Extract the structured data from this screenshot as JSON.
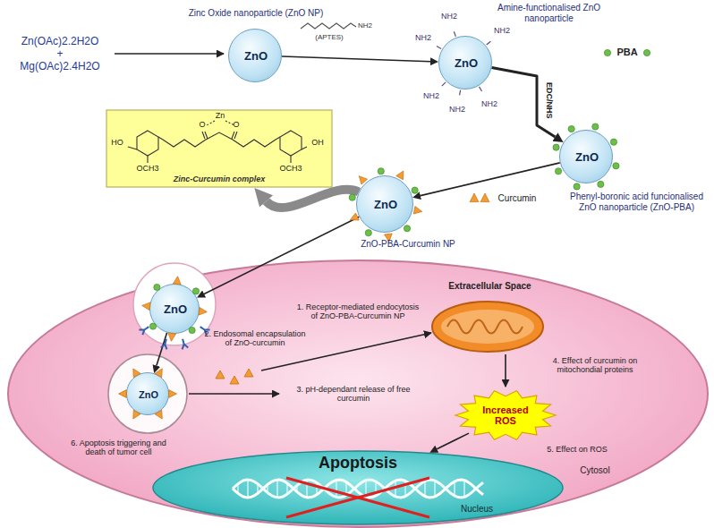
{
  "diagram": {
    "nodes": [
      {
        "text": [
          "Zinc Oxide nanoparticle (ZnO NP)",
          "ZnO"
        ]
      },
      {
        "text": [
          "Amine-functionalised ZnO nanoparticle",
          "ZnO"
        ]
      },
      {
        "text": [
          "ZnO",
          "Phenyl-boronic acid funcionalised ZnO nanoparticle (ZnO-PBA)"
        ]
      },
      {
        "text": [
          "ZnO",
          "ZnO-PBA-Curcumin NP"
        ]
      },
      {
        "text": [
          "Zn",
          "O",
          "O",
          "HO",
          "OCH3",
          "OH",
          "OCH3",
          "Zinc-Curcumin complex"
        ]
      },
      {
        "text": [
          "Extracellular Space",
          "Cytosol"
        ]
      },
      {
        "text": [
          "ZnO"
        ],
        "in": 5
      },
      {
        "text": [
          "ZnO"
        ],
        "in": 5
      },
      {
        "text": [
          "Increased ROS"
        ],
        "in": 5
      },
      {
        "text": [
          "Apoptosis",
          "Nucleus"
        ],
        "in": 5
      }
    ],
    "edges": [
      {
        "from": 0,
        "to": 1,
        "arrow": "to"
      },
      {
        "from": 1,
        "to": 2,
        "label": "EDC/NHS",
        "arrow": "to"
      },
      {
        "from": 2,
        "to": 3,
        "arrow": "to"
      },
      {
        "from": 3,
        "to": 4,
        "arrow": "to"
      },
      {
        "from": 3,
        "to": 6,
        "arrow": "to"
      },
      {
        "from": 6,
        "to": 7,
        "arrow": "to"
      },
      {
        "from": 8,
        "to": 9,
        "arrow": "to"
      }
    ],
    "labels": [
      "Zn(OAc)2.2H2O",
      "+",
      "Mg(OAc)2.4H2O",
      "NH2",
      "(APTES)",
      "NH2",
      "NH2",
      "NH2",
      "NH2",
      "NH2",
      "NH2",
      "PBA",
      "Curcumin",
      "1. Receptor-mediated endocytosis of ZnO-PBA-Curcumin NP",
      "2. Endosomal encapsulation of ZnO-curcumin",
      "3. pH-dependant release of free curcumin",
      "4. Effect of curcumin on mitochondial proteins",
      "5. Effect on ROS",
      "6. Apoptosis triggering and death of tumor cell"
    ]
  }
}
